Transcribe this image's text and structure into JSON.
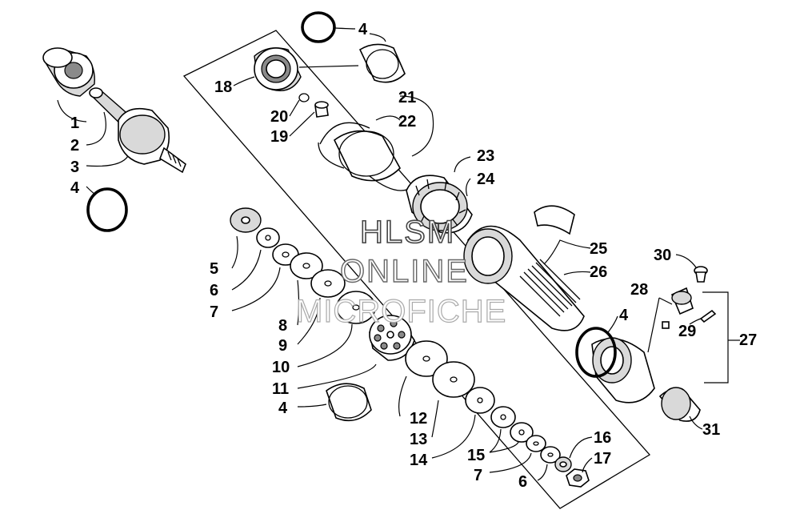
{
  "diagram": {
    "labels": {
      "p1": "1",
      "p2": "2",
      "p3": "3",
      "p4a": "4",
      "p4b": "4",
      "p4c": "4",
      "p4d": "4",
      "p5": "5",
      "p6a": "6",
      "p6b": "6",
      "p7a": "7",
      "p7b": "7",
      "p8": "8",
      "p9": "9",
      "p10": "10",
      "p11": "11",
      "p12": "12",
      "p13": "13",
      "p14": "14",
      "p15": "15",
      "p16": "16",
      "p17": "17",
      "p18": "18",
      "p19": "19",
      "p20": "20",
      "p21": "21",
      "p22": "22",
      "p23": "23",
      "p24": "24",
      "p25": "25",
      "p26": "26",
      "p27": "27",
      "p28": "28",
      "p29": "29",
      "p30": "30",
      "p31": "31"
    },
    "watermark": {
      "line1": "HLSM",
      "line2": "ONLINE",
      "line3": "MICROFICHE"
    }
  }
}
